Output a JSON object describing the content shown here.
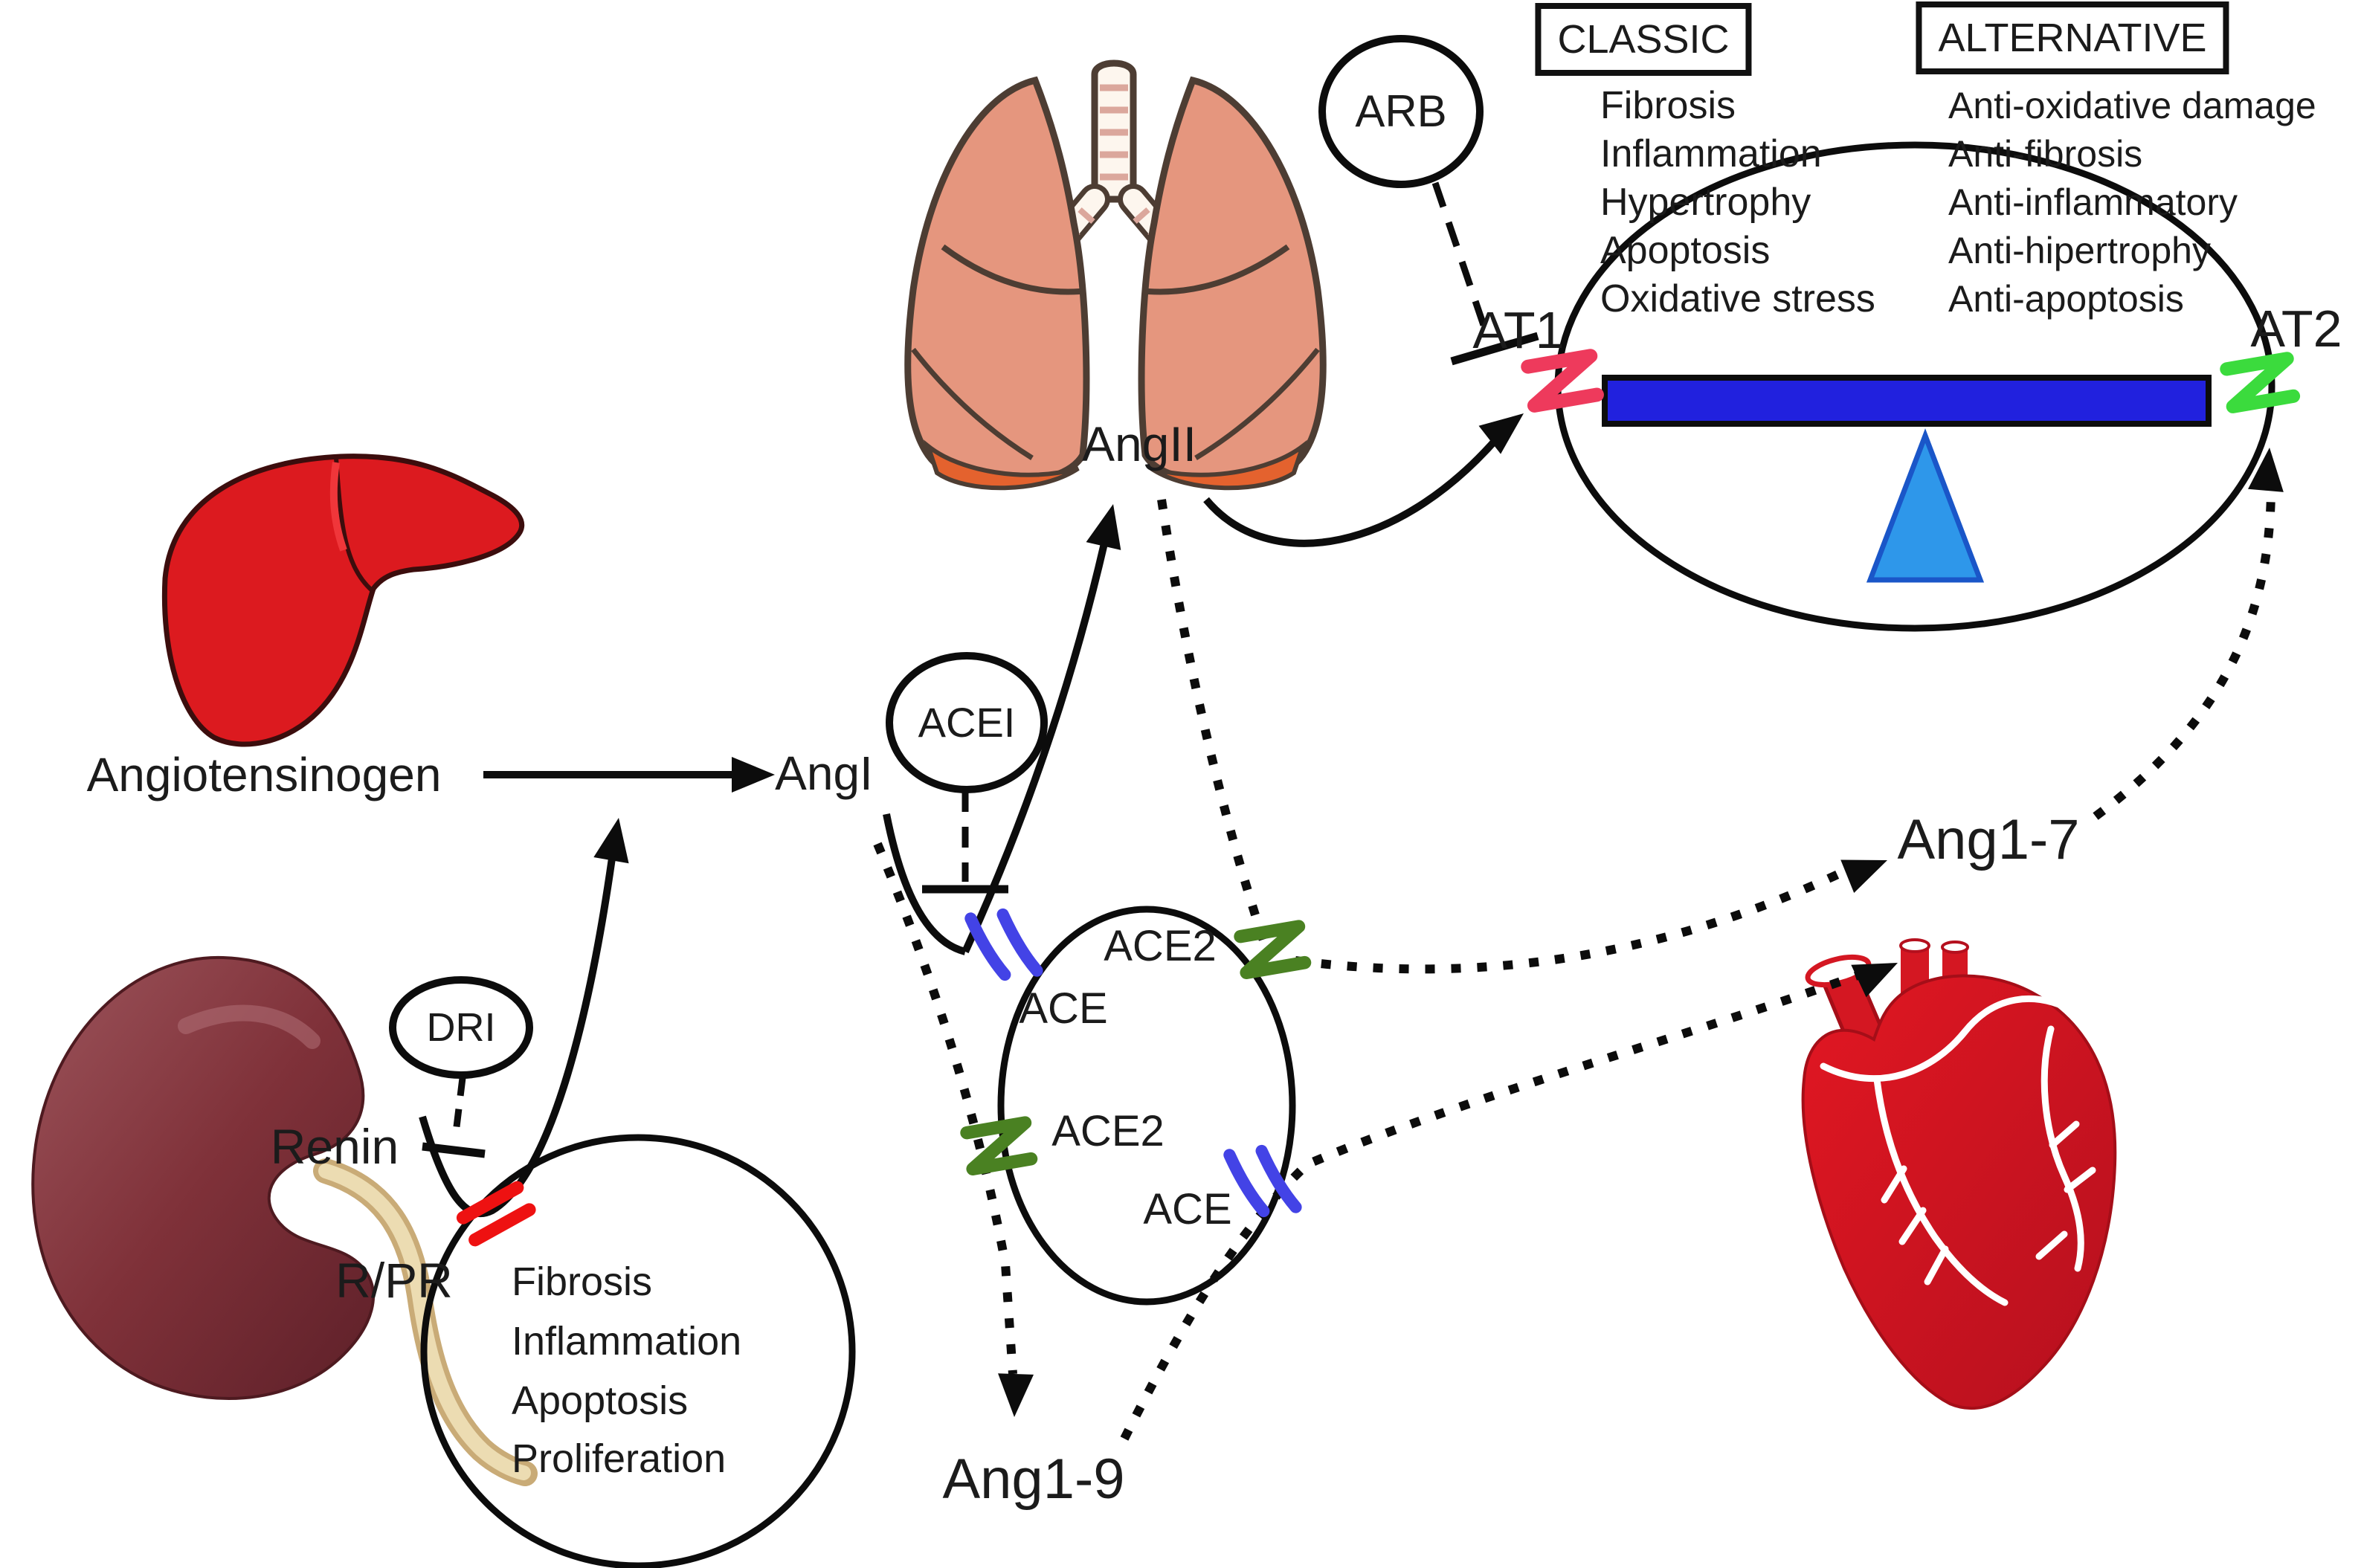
{
  "labels": {
    "angiotensinogen": "Angiotensinogen",
    "angI": "AngI",
    "angII": "AngII",
    "ang19": "Ang1-9",
    "ang17": "Ang1-7",
    "renin": "Renin",
    "rpr": "R/PR",
    "at1": "AT1",
    "at2": "AT2",
    "arb": "ARB",
    "acei": "ACEI",
    "dri": "DRI",
    "ace_upper": "ACE",
    "ace2_upper": "ACE2",
    "ace2_lower": "ACE2",
    "ace_lower": "ACE"
  },
  "classic": {
    "title": "CLASSIC",
    "items": [
      "Fibrosis",
      "Inflammation",
      "Hypertrophy",
      "Apoptosis",
      "Oxidative stress"
    ]
  },
  "alternative": {
    "title": "ALTERNATIVE",
    "items": [
      "Anti-oxidative damage",
      "Anti-fibrosis",
      "Anti-inflammatory",
      "Anti-hipertrophy",
      "Anti-apoptosis"
    ]
  },
  "rpr_effects": {
    "items": [
      "Fibrosis",
      "Inflammation",
      "Apoptosis",
      "Proliferation"
    ]
  },
  "colors": {
    "at1_receptor": "#ee3a5c",
    "at2_receptor": "#3bdb3d",
    "ace_enzyme": "#4343e6",
    "ace2_enzyme": "#4a8122",
    "blocked_renin_receptor": "#ee1111",
    "balance_bar": "#2121de",
    "fulcrum": "#2e97ea",
    "liver": "#dc1a1f",
    "kidney": "#84363e",
    "lungs": "#e5967e",
    "heart": "#d41722"
  }
}
